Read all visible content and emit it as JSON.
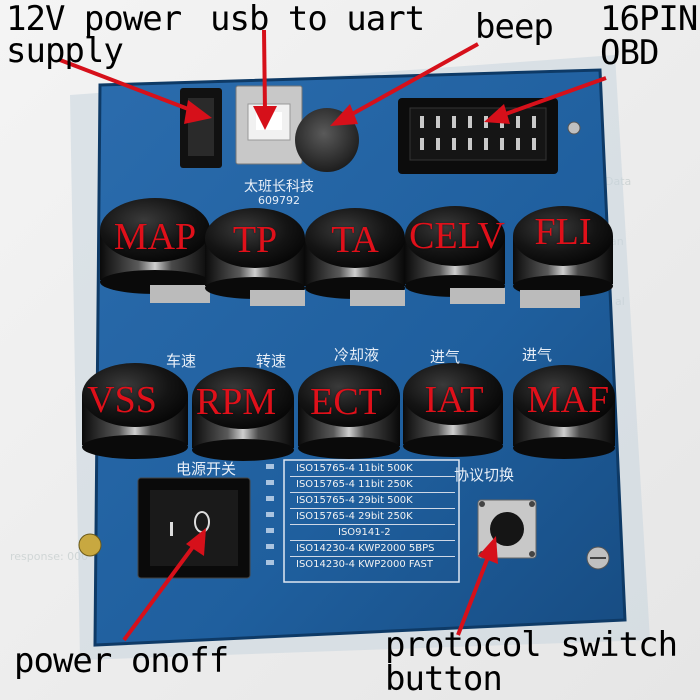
{
  "annotations": {
    "power_supply": [
      "12V power",
      "supply"
    ],
    "usb_uart": "usb to uart",
    "beep": "beep",
    "obd": [
      "16PIN",
      "OBD"
    ],
    "power_onoff": "power onoff",
    "protocol_switch": [
      "protocol switch",
      "button"
    ]
  },
  "board": {
    "brand_text": "太班长科技",
    "phone_fragment": "609792",
    "top_knobs": [
      "MAP",
      "TP",
      "TA",
      "CELV",
      "FLI"
    ],
    "bottom_knobs": [
      "VSS",
      "RPM",
      "ECT",
      "IAT",
      "MAF"
    ],
    "cn_labels": [
      "车速",
      "转速",
      "冷却液",
      "进气",
      "进气"
    ],
    "power_switch_label": "电源开关",
    "protocol_switch_label": "协议切换",
    "protocols": [
      "ISO15765-4 11bit 500K",
      "ISO15765-4 11bit 250K",
      "ISO15765-4 29bit 500K",
      "ISO15765-4 29bit 250K",
      "ISO9141-2",
      "ISO14230-4 KWP2000 5BPS",
      "ISO14230-4 KWP2000 FAST"
    ]
  },
  "colors": {
    "pcb": "#1f5f9e",
    "pcb_dark": "#164a80",
    "annotation_arrow": "#d6101a",
    "knob_label": "#e0101a"
  }
}
